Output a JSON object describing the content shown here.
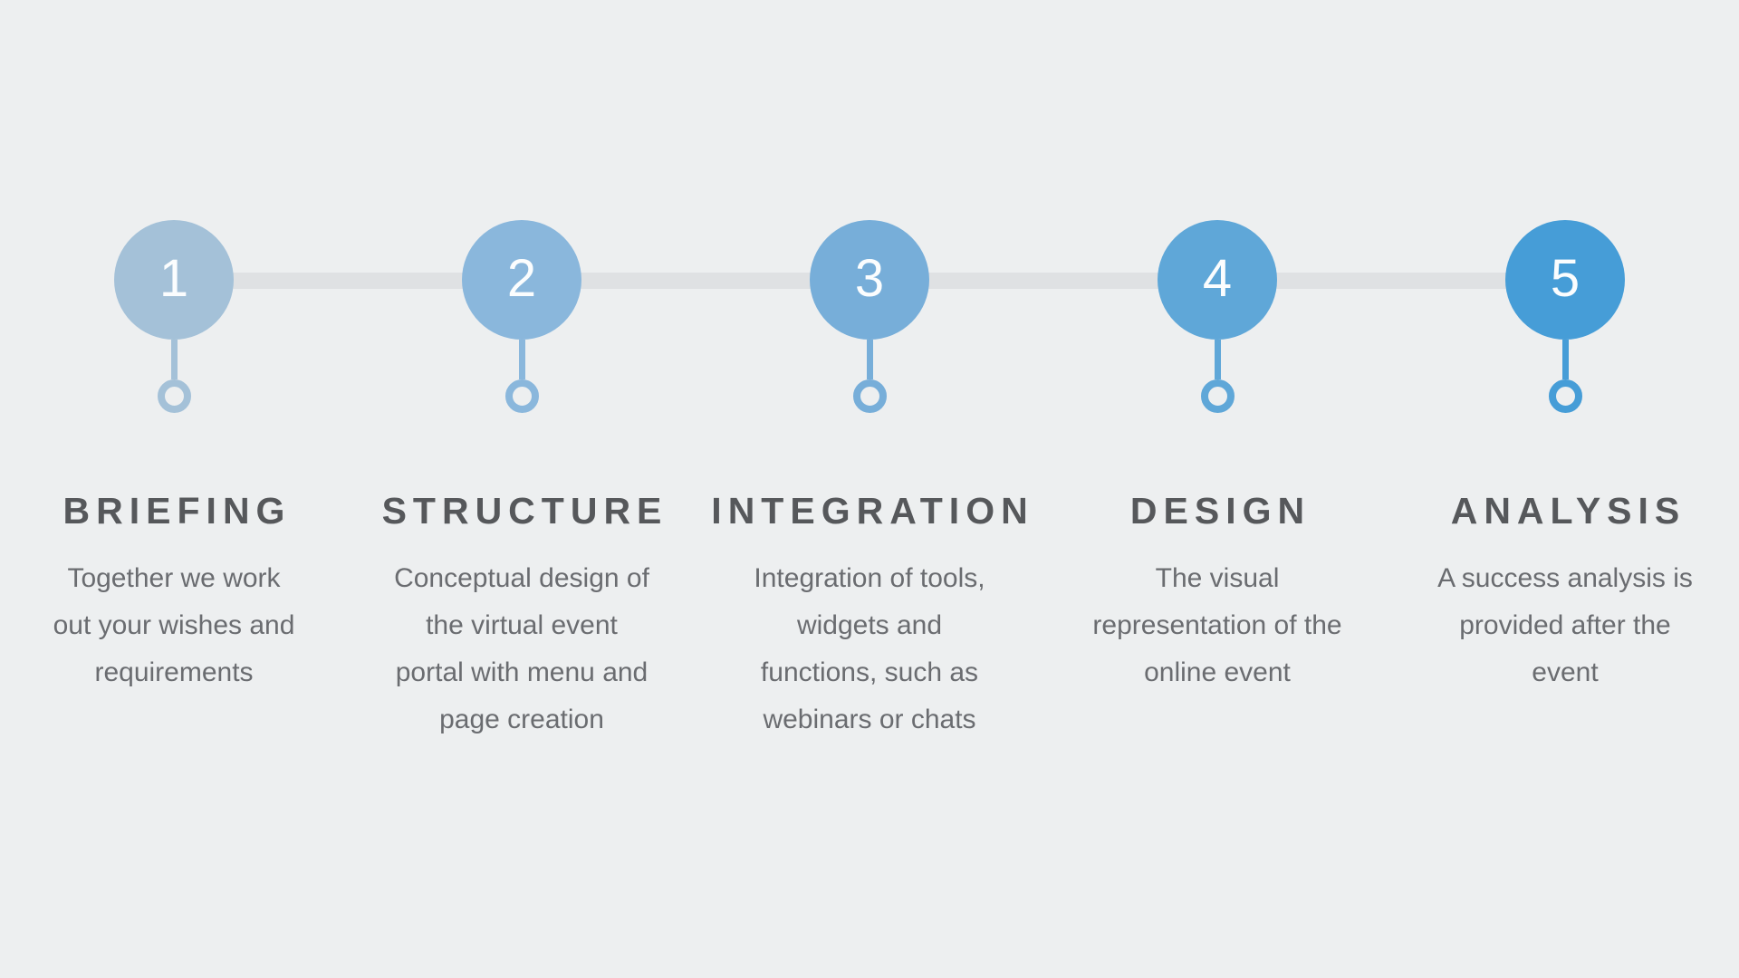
{
  "page": {
    "background_color": "#edeff0"
  },
  "timeline": {
    "connector_color": "#dfe1e3",
    "number_text_color": "#fbfdfe",
    "title_color": "#56585b",
    "description_color": "#6a6c70",
    "steps": [
      {
        "number": "1",
        "color": "#a4c1d8",
        "title": "BRIEFING",
        "description": "Together we work out your wishes and requirements",
        "description_lines": [
          "Together we work",
          "out your wishes and",
          "requirements"
        ]
      },
      {
        "number": "2",
        "color": "#8ab7dc",
        "title": "STRUCTURE",
        "description": "Conceptual design of the virtual event portal with menu and page creation",
        "description_lines": [
          "Conceptual design of",
          "the virtual event",
          "portal with menu and",
          "page creation"
        ]
      },
      {
        "number": "3",
        "color": "#77aed9",
        "title": "INTEGRATION",
        "description": "Integration of tools, widgets and functions, such as webinars or chats",
        "description_lines": [
          "Integration of tools,",
          "widgets and",
          "functions, such as",
          "webinars or chats"
        ]
      },
      {
        "number": "4",
        "color": "#5fa7d8",
        "title": "DESIGN",
        "description": "The visual representation of the online event",
        "description_lines": [
          "The visual",
          "representation of the",
          "online event"
        ]
      },
      {
        "number": "5",
        "color": "#469dd7",
        "title": "ANALYSIS",
        "description": "A success analysis is provided after the event",
        "description_lines": [
          "A success analysis is",
          "provided after the",
          "event"
        ]
      }
    ]
  }
}
